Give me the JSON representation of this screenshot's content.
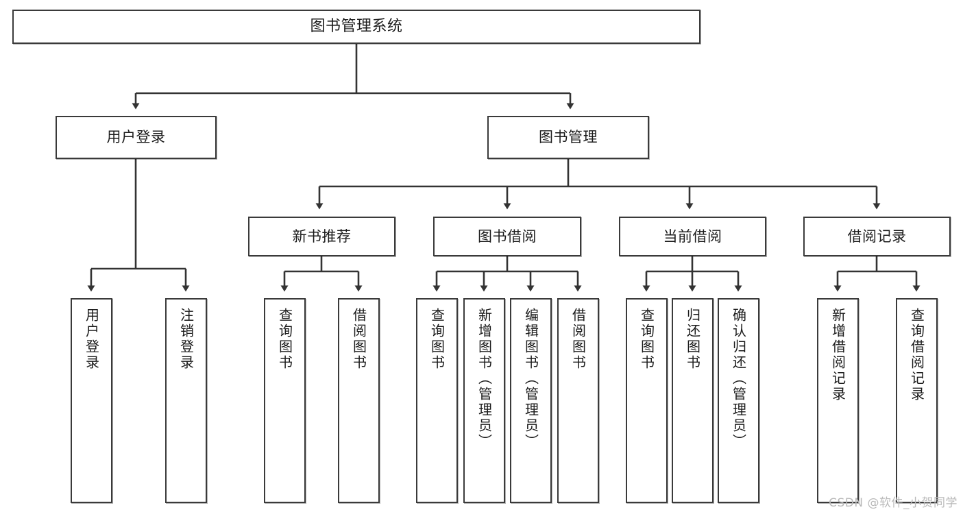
{
  "diagram": {
    "type": "tree",
    "title": "图书管理系统",
    "watermark": "CSDN @软件_小贺同学",
    "colors": {
      "box_border": "#3a3a3a",
      "box_fill": "#ffffff",
      "edge": "#333333",
      "text": "#1b1b1b",
      "watermark": "#b9b9b9",
      "background": "#ffffff"
    },
    "nodes": {
      "root": {
        "label": "图书管理系统"
      },
      "level2": [
        {
          "id": "user-login",
          "label": "用户登录"
        },
        {
          "id": "book-manage",
          "label": "图书管理"
        }
      ],
      "level3": [
        {
          "id": "new-book-recommend",
          "label": "新书推荐"
        },
        {
          "id": "book-borrow",
          "label": "图书借阅"
        },
        {
          "id": "current-borrow",
          "label": "当前借阅"
        },
        {
          "id": "borrow-record",
          "label": "借阅记录"
        }
      ],
      "leaves": [
        {
          "id": "leaf-user-login",
          "label": "用户登录",
          "parent": "user-login"
        },
        {
          "id": "leaf-logout-login",
          "label": "注销登录",
          "parent": "user-login"
        },
        {
          "id": "leaf-query-book-1",
          "label": "查询图书",
          "parent": "new-book-recommend"
        },
        {
          "id": "leaf-borrow-book-1",
          "label": "借阅图书",
          "parent": "new-book-recommend"
        },
        {
          "id": "leaf-query-book-2",
          "label": "查询图书",
          "parent": "book-borrow"
        },
        {
          "id": "leaf-add-book",
          "label": "新增图书（管理员）",
          "parent": "book-borrow"
        },
        {
          "id": "leaf-edit-book",
          "label": "编辑图书（管理员）",
          "parent": "book-borrow"
        },
        {
          "id": "leaf-borrow-book-2",
          "label": "借阅图书",
          "parent": "book-borrow"
        },
        {
          "id": "leaf-query-book-3",
          "label": "查询图书",
          "parent": "current-borrow"
        },
        {
          "id": "leaf-return-book",
          "label": "归还图书",
          "parent": "current-borrow"
        },
        {
          "id": "leaf-confirm-return",
          "label": "确认归还（管理员）",
          "parent": "current-borrow"
        },
        {
          "id": "leaf-add-record",
          "label": "新增借阅记录",
          "parent": "borrow-record"
        },
        {
          "id": "leaf-query-record",
          "label": "查询借阅记录",
          "parent": "borrow-record"
        }
      ]
    }
  }
}
